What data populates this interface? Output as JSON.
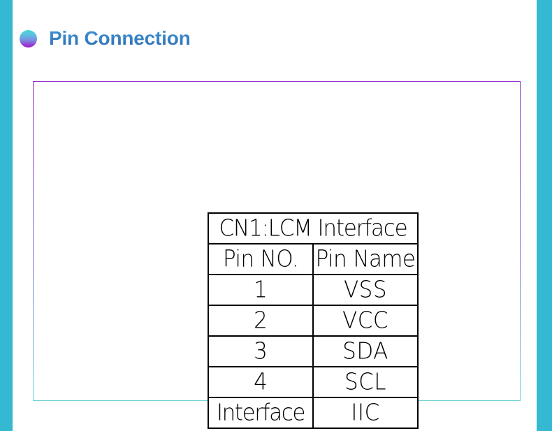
{
  "page": {
    "title": "Pin Connection",
    "bullet_icon": "gradient-bullet-icon",
    "accent_bar_color": "#35b9d3",
    "title_color": "#2f72b5",
    "panel_border_gradient_start": "#9223c9",
    "panel_border_gradient_end": "#6ad3cf"
  },
  "table": {
    "caption": "CN1:LCM Interface",
    "headers": [
      "Pin NO.",
      "Pin Name"
    ],
    "rows": [
      {
        "pin_no": "1",
        "pin_name": "VSS"
      },
      {
        "pin_no": "2",
        "pin_name": "VCC"
      },
      {
        "pin_no": "3",
        "pin_name": "SDA"
      },
      {
        "pin_no": "4",
        "pin_name": "SCL"
      }
    ],
    "footer": {
      "label": "Interface",
      "value": "IIC"
    }
  }
}
